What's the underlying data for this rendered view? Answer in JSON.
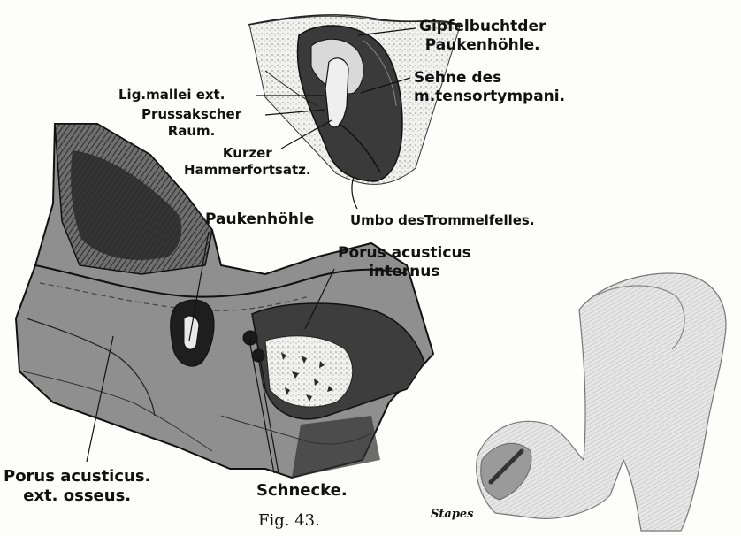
{
  "labels": {
    "gipfelbucht": [
      "Gipfelbuchtder",
      "Paukenhöhle."
    ],
    "sehne": [
      "Sehne des",
      "m.tensortympani."
    ],
    "lig": "Lig.mallei ext.",
    "prussak": [
      "Prussakscher",
      "Raum."
    ],
    "kurzer": [
      "Kurzer",
      "Hammerfortsatz."
    ],
    "umbo": "Umbo desTrommelfelles.",
    "paukenhoehle": "Paukenhöhle",
    "porus_int": [
      "Porus acusticus",
      "internus"
    ],
    "porus_ext": [
      "Porus acusticus.",
      "ext. osseus."
    ],
    "schnecke": "Schnecke.",
    "stapes": "Stapes"
  },
  "caption": "Fig. 43."
}
